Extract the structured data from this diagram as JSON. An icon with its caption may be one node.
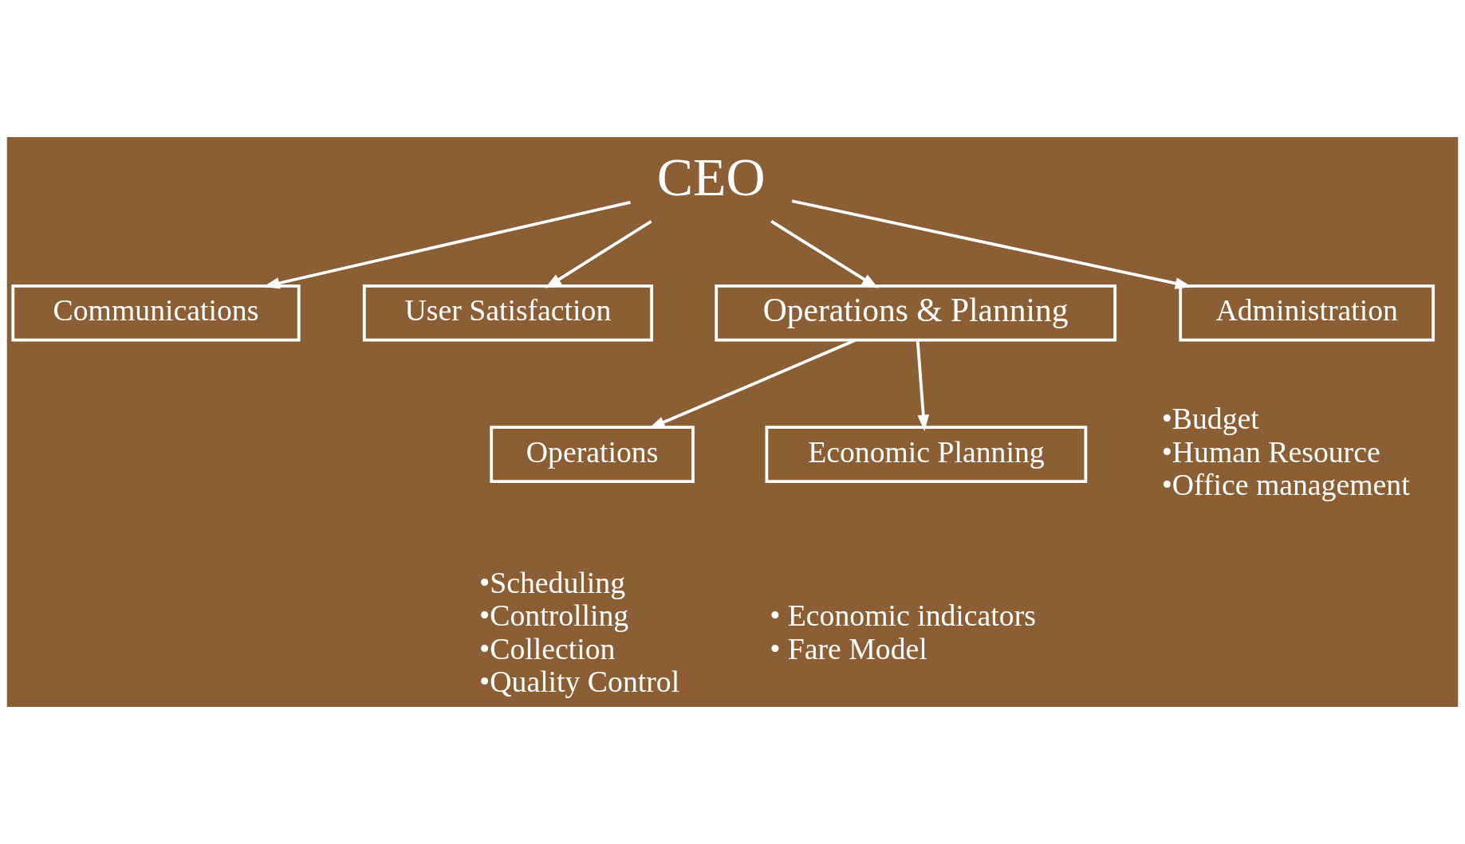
{
  "diagram": {
    "nodes": [
      {
        "text": [
          "CEO"
        ]
      },
      {
        "text": [
          "Communications"
        ]
      },
      {
        "text": [
          "User Satisfaction"
        ]
      },
      {
        "text": [
          "Operations & Planning"
        ]
      },
      {
        "text": [
          "Administration"
        ],
        "beside": [
          "•Budget",
          "•Human Resource",
          "•Office management"
        ]
      },
      {
        "text": [
          "Operations"
        ],
        "beside": [
          "•Scheduling",
          "•Controlling",
          "•Collection",
          "•Quality Control"
        ]
      },
      {
        "text": [
          "Economic Planning"
        ],
        "beside": [
          "• Economic indicators",
          "• Fare Model"
        ]
      }
    ],
    "edges": [
      {
        "from": 0,
        "to": 1,
        "arrow": "to"
      },
      {
        "from": 0,
        "to": 2,
        "arrow": "to"
      },
      {
        "from": 0,
        "to": 3,
        "arrow": "to"
      },
      {
        "from": 0,
        "to": 4,
        "arrow": "to"
      },
      {
        "from": 3,
        "to": 5,
        "arrow": "to"
      },
      {
        "from": 3,
        "to": 6,
        "arrow": "to"
      }
    ]
  }
}
